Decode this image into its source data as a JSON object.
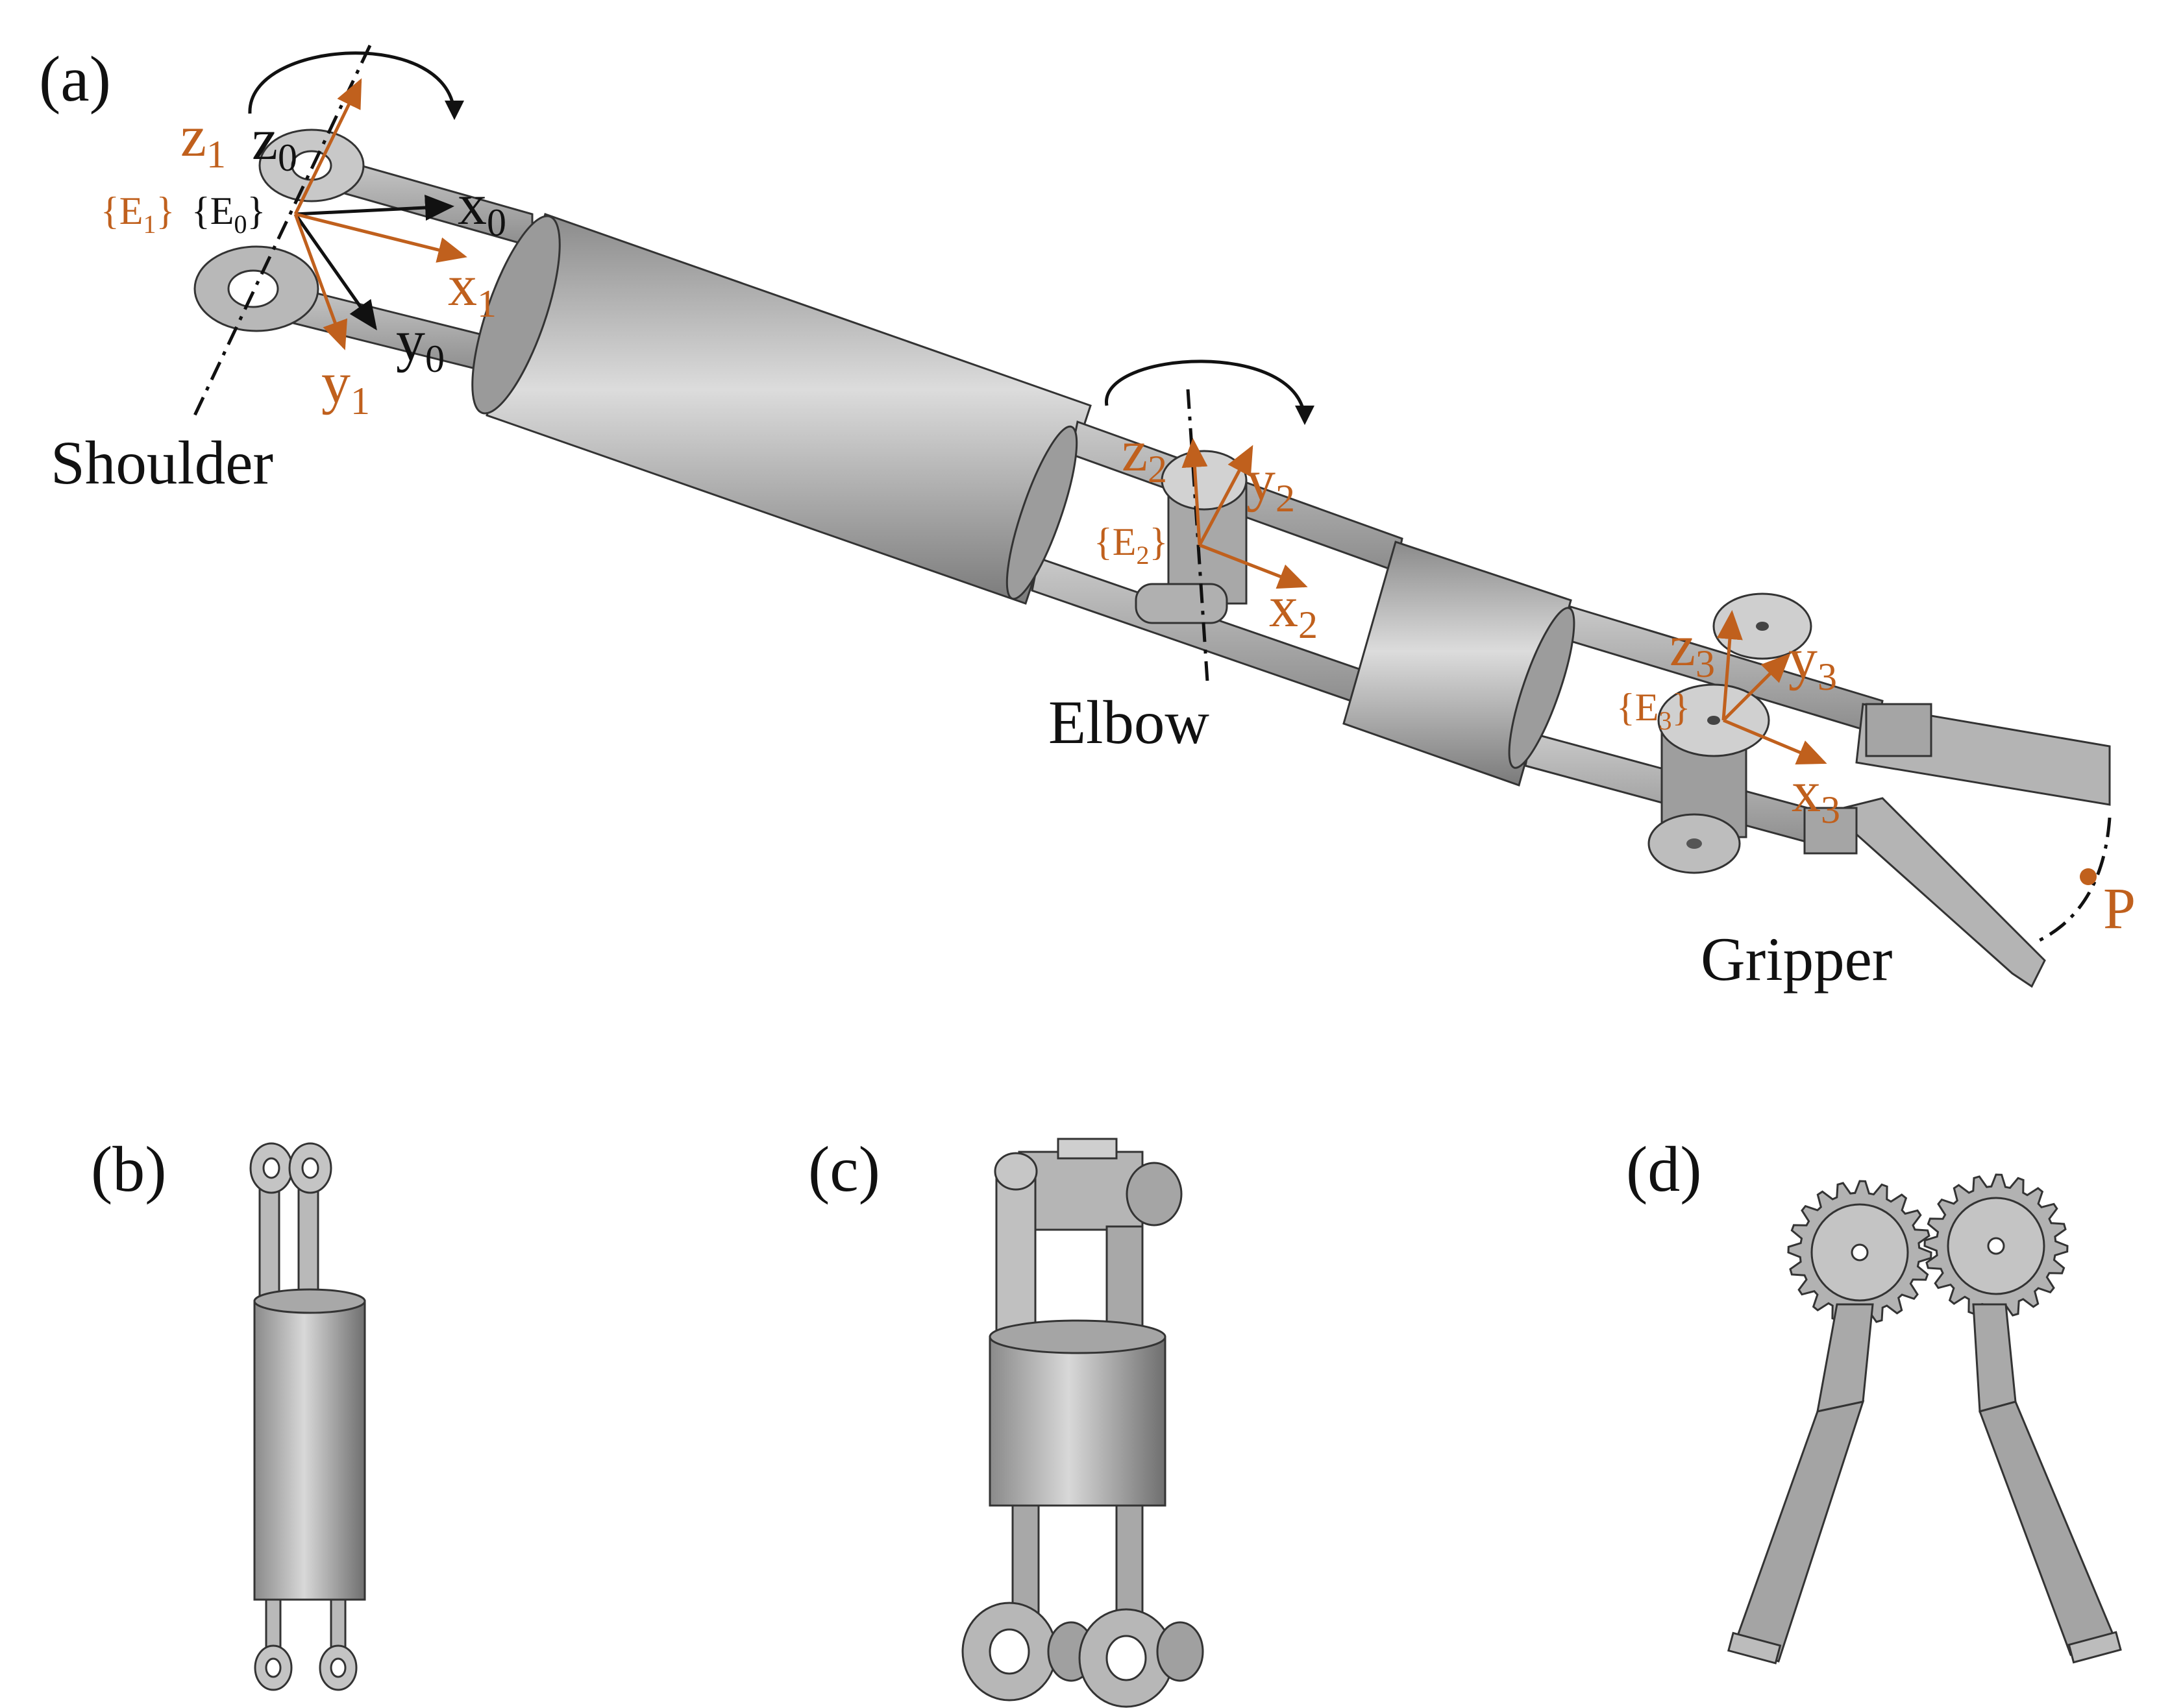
{
  "panels": {
    "a": "(a)",
    "b": "(b)",
    "c": "(c)",
    "d": "(d)"
  },
  "joints": {
    "shoulder": "Shoulder",
    "elbow": "Elbow",
    "gripper": "Gripper"
  },
  "point": "P",
  "frames": {
    "e0": {
      "name": "{E",
      "sub": "0",
      "close": "}",
      "x": "x",
      "y": "y",
      "z": "z",
      "axis_sub": "0"
    },
    "e1": {
      "name": "{E",
      "sub": "1",
      "close": "}",
      "x": "x",
      "y": "y",
      "z": "z",
      "axis_sub": "1"
    },
    "e2": {
      "name": "{E",
      "sub": "2",
      "close": "}",
      "x": "x",
      "y": "y",
      "z": "z",
      "axis_sub": "2"
    },
    "e3": {
      "name": "{E",
      "sub": "3",
      "close": "}",
      "x": "x",
      "y": "y",
      "z": "z",
      "axis_sub": "3"
    }
  },
  "colors": {
    "frame_orange": "#c0601d",
    "frame_black": "#111111",
    "metal_light": "#d6d6d6",
    "metal_mid": "#a9a9a9",
    "metal_dark": "#6f6f6f"
  }
}
